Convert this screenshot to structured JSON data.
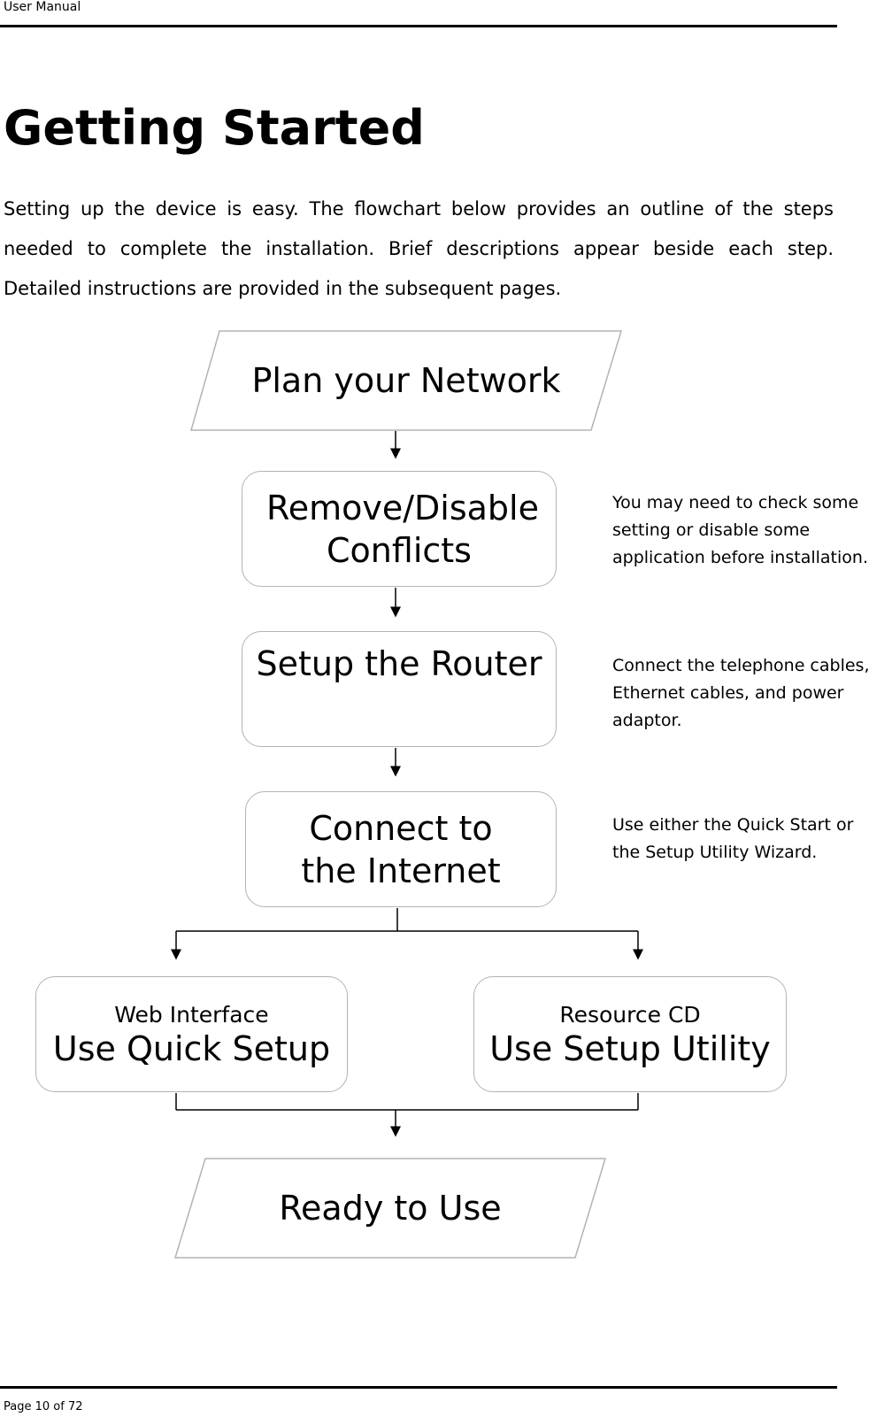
{
  "header": {
    "label": "User Manual"
  },
  "page": {
    "title": "Getting Started",
    "intro": "Setting up the device is easy. The flowchart below provides an outline of the steps needed to complete the installation. Brief descriptions appear beside each step. Detailed instructions are provided in the subsequent pages."
  },
  "flowchart": {
    "start": "Plan your Network",
    "remove_conflicts": "Remove/Disable Conflicts",
    "setup_router": "Setup the Router",
    "connect_internet": "Connect to the Internet",
    "web_interface": {
      "caption": "Web Interface",
      "label": "Use Quick Setup"
    },
    "resource_cd": {
      "caption": "Resource CD",
      "label": "Use Setup Utility"
    },
    "end": "Ready to Use"
  },
  "notes": {
    "remove_conflicts": "You may need to check some setting or disable some application before installation.",
    "setup_router": "Connect the telephone cables, Ethernet cables, and power adaptor.",
    "connect_internet": "Use either the Quick Start or the Setup Utility Wizard."
  },
  "footer": {
    "page_label": "Page 10 of 72"
  },
  "colors": {
    "text": "#000000",
    "shape_border": "#b3b3b3",
    "background": "#ffffff"
  }
}
